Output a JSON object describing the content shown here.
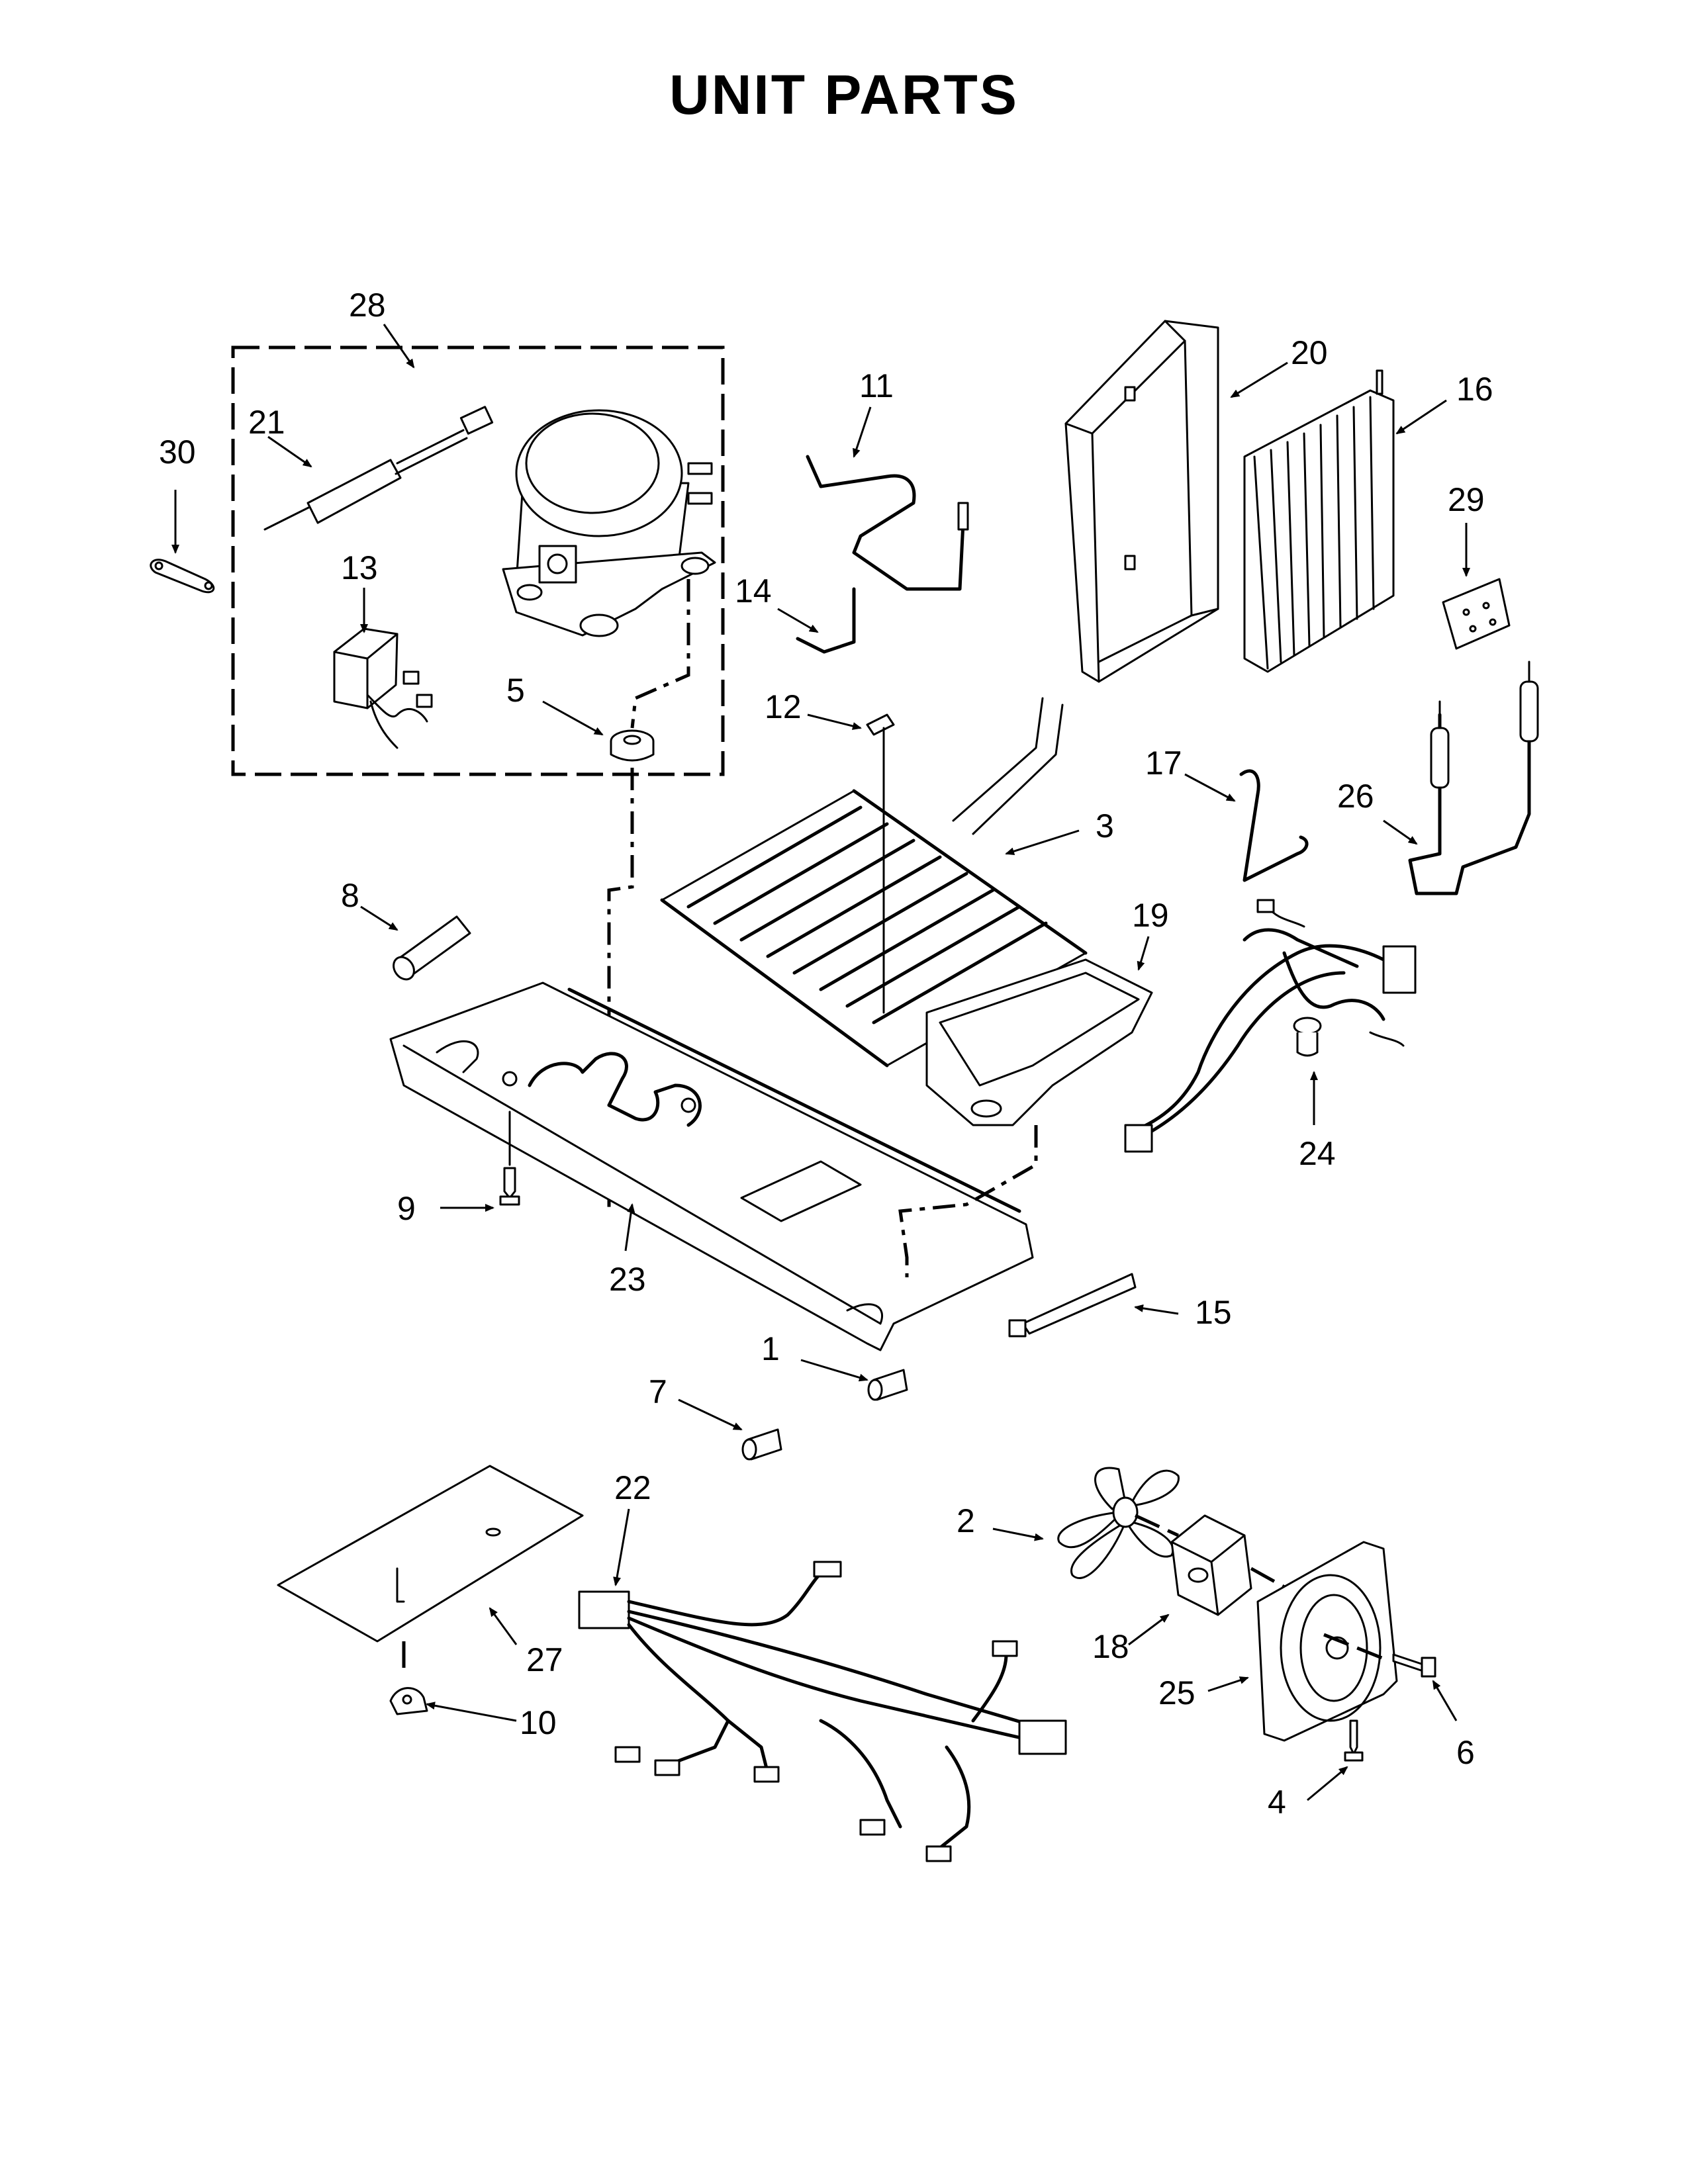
{
  "title": "UNIT PARTS",
  "callouts": {
    "c1": "1",
    "c2": "2",
    "c3": "3",
    "c4": "4",
    "c5": "5",
    "c6": "6",
    "c7": "7",
    "c8": "8",
    "c9": "9",
    "c10": "10",
    "c11": "11",
    "c12": "12",
    "c13": "13",
    "c14": "14",
    "c15": "15",
    "c16": "16",
    "c17": "17",
    "c18": "18",
    "c19": "19",
    "c20": "20",
    "c21": "21",
    "c22": "22",
    "c23": "23",
    "c24": "24",
    "c25": "25",
    "c26": "26",
    "c27": "27",
    "c28": "28",
    "c29": "29",
    "c30": "30"
  }
}
